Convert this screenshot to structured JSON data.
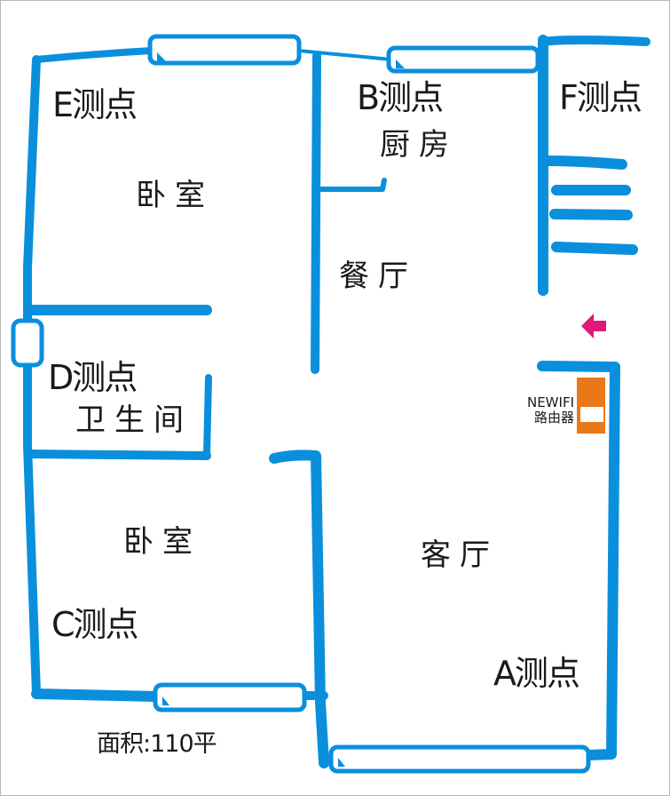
{
  "colors": {
    "wall": "#0a8fdc",
    "router": "#e87818",
    "arrow": "#e0187a",
    "text": "#1a1a1a",
    "background": "#ffffff"
  },
  "measurement_points": {
    "A": "A测点",
    "B": "B测点",
    "C": "C测点",
    "D": "D测点",
    "E": "E测点",
    "F": "F测点"
  },
  "rooms": {
    "bedroom_top": "卧室",
    "kitchen": "厨房",
    "dining": "餐厅",
    "bathroom": "卫生间",
    "bedroom_bottom": "卧室",
    "living": "客厅"
  },
  "router": {
    "brand": "NEWIFI",
    "label": "路由器"
  },
  "icons": {
    "entrance_arrow": "arrow-left-icon"
  },
  "area": "面积:110平"
}
